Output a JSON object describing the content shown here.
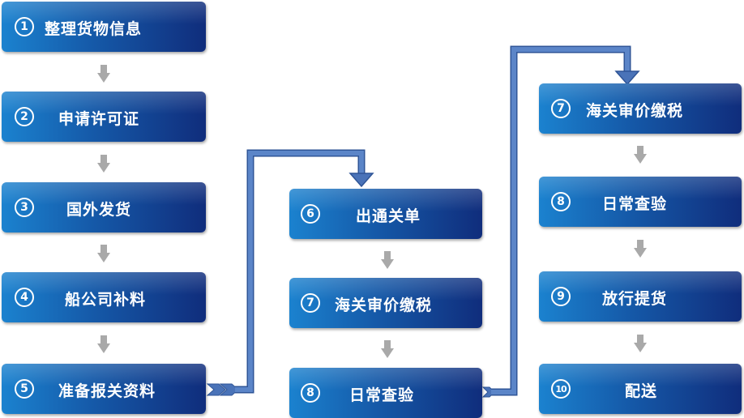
{
  "columns": [
    {
      "steps": [
        {
          "number": "1",
          "label": "整理货物信息"
        },
        {
          "number": "2",
          "label": "申请许可证"
        },
        {
          "number": "3",
          "label": "国外发货"
        },
        {
          "number": "4",
          "label": "船公司补料"
        },
        {
          "number": "5",
          "label": "准备报关资料"
        }
      ]
    },
    {
      "steps": [
        {
          "number": "6",
          "label": "出通关单"
        },
        {
          "number": "7",
          "label": "海关审价缴税"
        },
        {
          "number": "8",
          "label": "日常查验"
        }
      ]
    },
    {
      "steps": [
        {
          "number": "7",
          "label": "海关审价缴税"
        },
        {
          "number": "8",
          "label": "日常查验"
        },
        {
          "number": "9",
          "label": "放行提货"
        },
        {
          "number": "10",
          "label": "配送"
        }
      ]
    }
  ],
  "colors": {
    "box_start": "#1b82cf",
    "box_end": "#102d7c",
    "connector": "#4a73b8",
    "down_arrow": "#a9a9a9"
  }
}
